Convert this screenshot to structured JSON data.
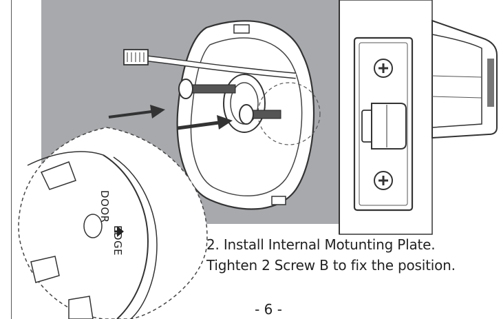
{
  "figure": {
    "callout_label_door": "DOOR",
    "callout_label_edge": "EDGE"
  },
  "instruction": {
    "line1": "2. Install Internal Motunting Plate.",
    "line2": "Tighten 2 Screw B to fix the position."
  },
  "page_number": "- 6 -",
  "colors": {
    "wall_gray": "#a7a9ac",
    "line_dark": "#333333",
    "plate_white": "#ffffff"
  }
}
